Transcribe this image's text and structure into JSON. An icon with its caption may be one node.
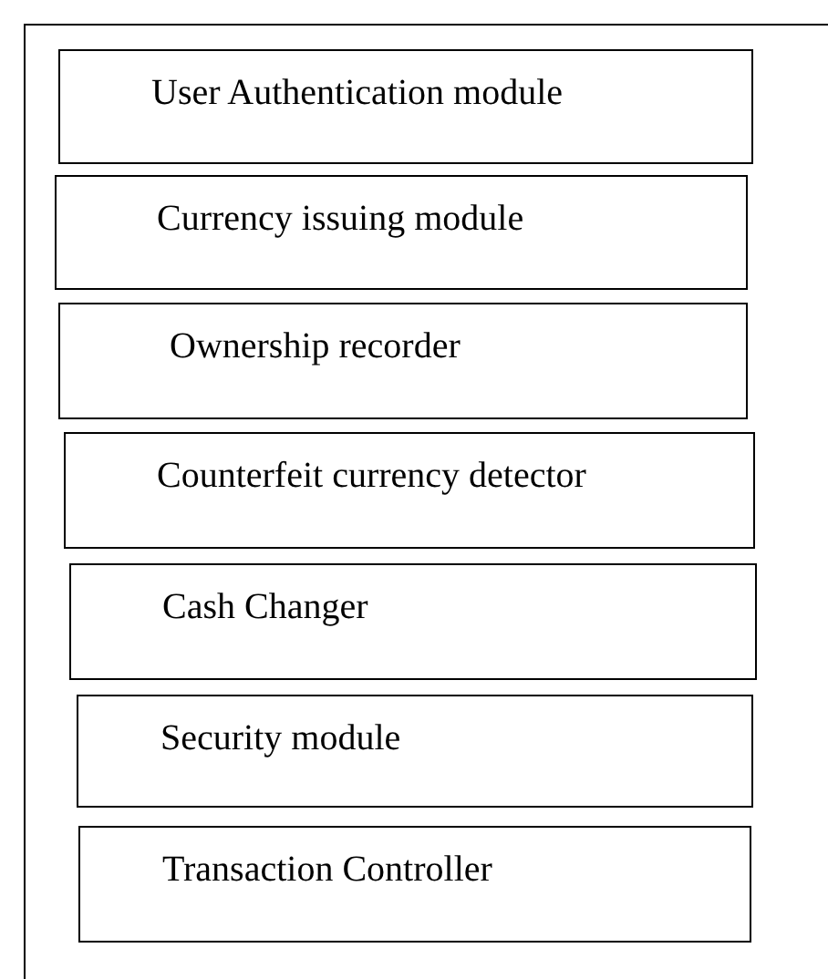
{
  "diagram": {
    "nodes": [
      {
        "text": [
          "User Authentication module"
        ]
      },
      {
        "text": [
          "Currency issuing module"
        ]
      },
      {
        "text": [
          "Ownership recorder"
        ]
      },
      {
        "text": [
          "Counterfeit currency detector"
        ]
      },
      {
        "text": [
          "Cash Changer"
        ]
      },
      {
        "text": [
          "Security module"
        ]
      },
      {
        "text": [
          "Transaction Controller"
        ]
      }
    ]
  }
}
